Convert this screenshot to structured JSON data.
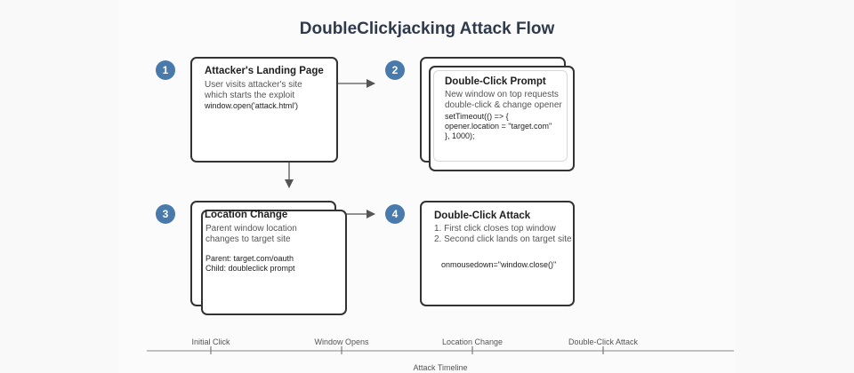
{
  "title": "DoubleClickjacking Attack Flow",
  "steps": [
    {
      "number": "1",
      "title": "Attacker's Landing Page",
      "description": "User visits attacker's site which starts the exploit",
      "code": [
        "window.open('attack.html')"
      ]
    },
    {
      "number": "2",
      "title": "Double-Click Prompt",
      "description": "New window on top requests double-click & change opener",
      "code": [
        "setTimeout(() => {",
        "opener.location = \"target.com\"",
        "}, 1000);"
      ]
    },
    {
      "number": "3",
      "title": "Location Change",
      "description": "Parent window location changes to target site",
      "code": [
        "Parent: target.com/oauth",
        "Child: doubleclick prompt"
      ]
    },
    {
      "number": "4",
      "title": "Double-Click Attack",
      "description_lines": [
        "1. First click closes top window",
        "2. Second click lands on target site"
      ],
      "code": [
        "onmousedown=\"window.close()\""
      ]
    }
  ],
  "timeline": {
    "ticks": [
      "Initial Click",
      "Window Opens",
      "Location Change",
      "Double-Click Attack"
    ],
    "label": "Attack Timeline"
  },
  "colors": {
    "badge": "#4a7aab",
    "title": "#2f3a4a",
    "border": "#333333",
    "arrow": "#555555"
  }
}
